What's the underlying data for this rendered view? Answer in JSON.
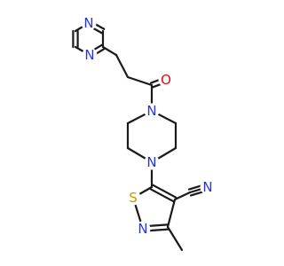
{
  "molecule": {
    "atoms": [
      {
        "id": "pz_n_top",
        "symbol": "N",
        "color": "#2a35d6"
      },
      {
        "id": "pz_n_bottom",
        "symbol": "N",
        "color": "#2a35d6"
      },
      {
        "id": "carbonyl_o",
        "symbol": "O",
        "color": "#e01010"
      },
      {
        "id": "pip_n_top",
        "symbol": "N",
        "color": "#2a35d6"
      },
      {
        "id": "pip_n_bottom",
        "symbol": "N",
        "color": "#2a35d6"
      },
      {
        "id": "nitrile_n",
        "symbol": "N",
        "color": "#2a35d6"
      },
      {
        "id": "isothiazole_s",
        "symbol": "S",
        "color": "#b8a000"
      },
      {
        "id": "isothiazole_n",
        "symbol": "N",
        "color": "#2a35d6"
      }
    ],
    "bond_color": "#1a1a1a"
  }
}
